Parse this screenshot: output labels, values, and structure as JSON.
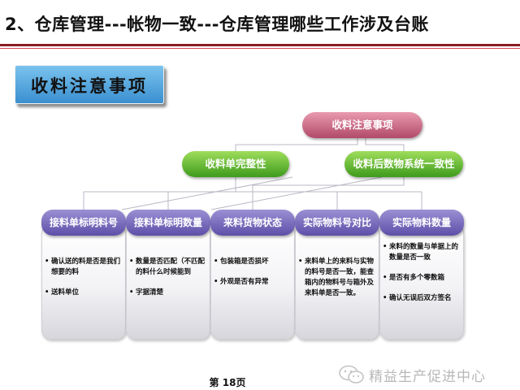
{
  "header": {
    "title": "2、仓库管理---帐物一致---仓库管理哪些工作涉及台账"
  },
  "section": {
    "badge": "收料注意事项"
  },
  "diagram": {
    "root": "收料注意事项",
    "level2": [
      "收料单完整性",
      "收料后数物系统一致性"
    ],
    "columns": [
      {
        "title": "接料单标明料号",
        "items": [
          "确认送的料是否是我们想要的料",
          "送料单位"
        ]
      },
      {
        "title": "接料单标明数量",
        "items": [
          "数量是否匹配（不匹配的料什么时候能到",
          "字据清楚"
        ]
      },
      {
        "title": "来料货物状态",
        "items": [
          "包装箱是否损坏",
          "外观是否有异常"
        ]
      },
      {
        "title": "实际物料号对比",
        "items": [
          "来料单上的来料与实物的料号是否一致，能查箱内的物料号与箱外及来料单是否一致。"
        ]
      },
      {
        "title": "实际物料数量",
        "items": [
          "来料的数量与单据上的数量是否一致",
          "是否有多个零数箱",
          "确认无误后双方签名"
        ]
      }
    ]
  },
  "footer": {
    "page_prefix": "第 ",
    "page_number": "18",
    "page_suffix": "页",
    "watermark": "精益生产促进中心"
  },
  "colors": {
    "rule": "#8a1c24",
    "root_pill": "#c65a7a",
    "level2_pill": "#5aa92a",
    "column_header": "#6b5fb5",
    "badge": "#4a9bd8"
  }
}
